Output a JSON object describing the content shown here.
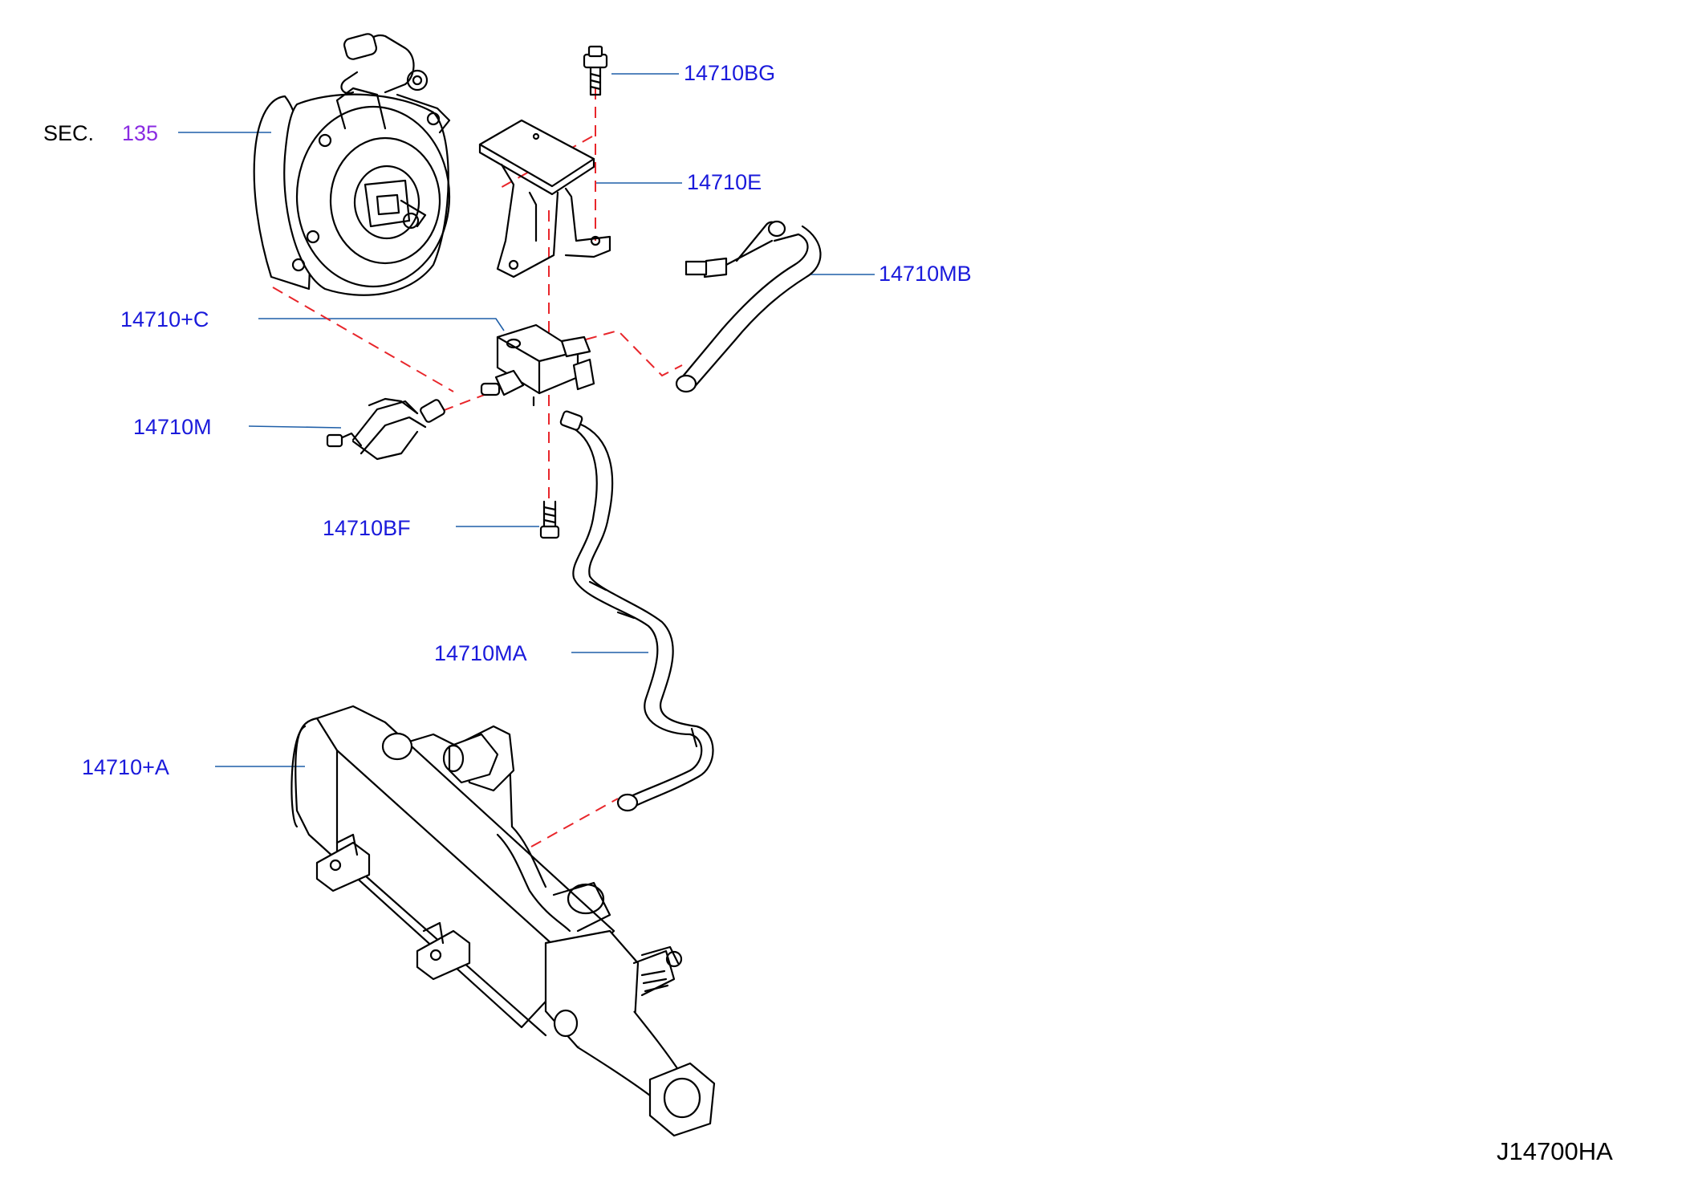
{
  "section_ref": {
    "prefix": "SEC.",
    "number": "135"
  },
  "labels": {
    "bolt_top": "14710BG",
    "bracket": "14710E",
    "hose_right": "14710MB",
    "valve": "14710+C",
    "hose_left": "14710M",
    "bolt_lower": "14710BF",
    "hose_long": "14710MA",
    "cooler": "14710+A"
  },
  "diagram_code": "J14700HA",
  "colors": {
    "part_label": "#1a1adb",
    "section_link": "#8a2be2",
    "leader": "#1f5fa8",
    "centerline": "#e8262b"
  }
}
